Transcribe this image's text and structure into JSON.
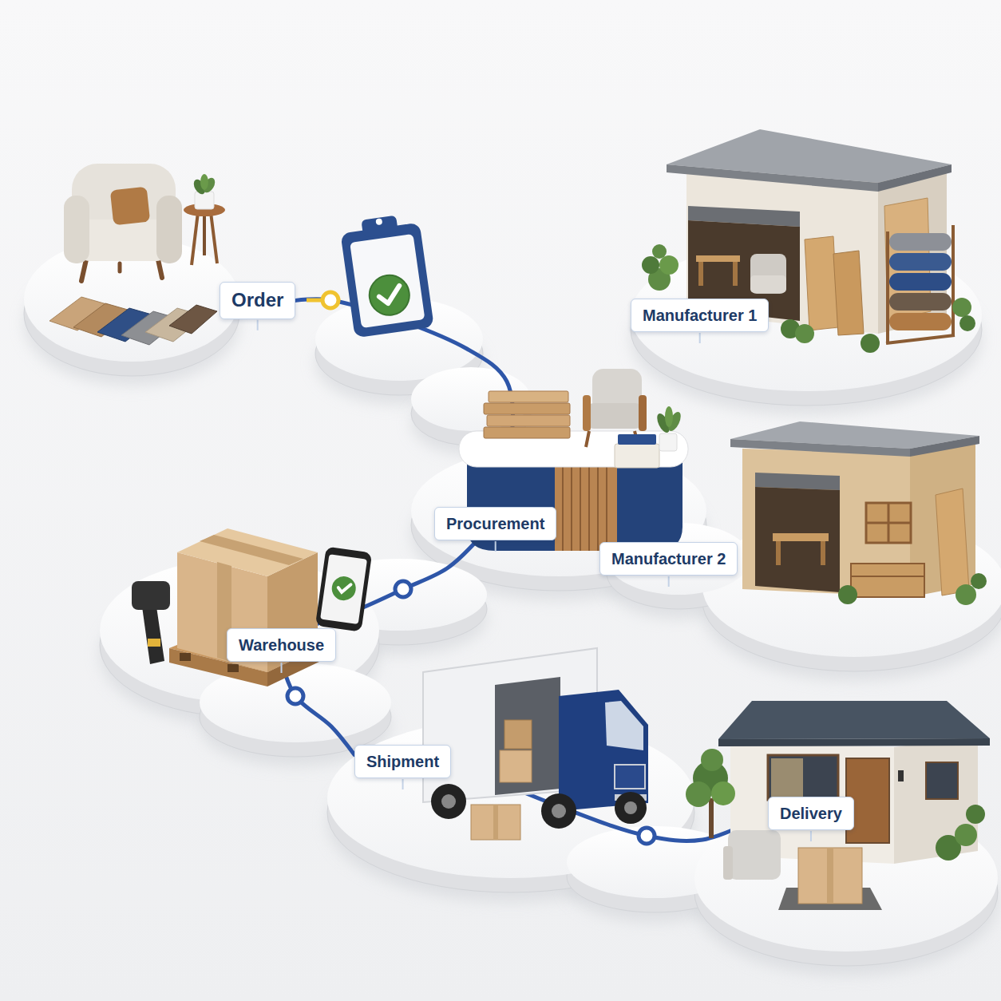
{
  "diagram": {
    "nodes": [
      {
        "text": [
          "Order"
        ]
      },
      {
        "text": [
          "Manufacturer 1"
        ]
      },
      {
        "text": [
          "Procurement"
        ]
      },
      {
        "text": [
          "Manufacturer 2"
        ]
      },
      {
        "text": [
          "Warehouse"
        ]
      },
      {
        "text": [
          "Shipment"
        ]
      },
      {
        "text": [
          "Delivery"
        ]
      }
    ],
    "edges": [
      {
        "from": 0,
        "to": 2,
        "arrow": "none"
      },
      {
        "from": 2,
        "to": 4,
        "arrow": "none"
      },
      {
        "from": 4,
        "to": 5,
        "arrow": "none"
      },
      {
        "from": 5,
        "to": 6,
        "arrow": "none"
      }
    ]
  }
}
